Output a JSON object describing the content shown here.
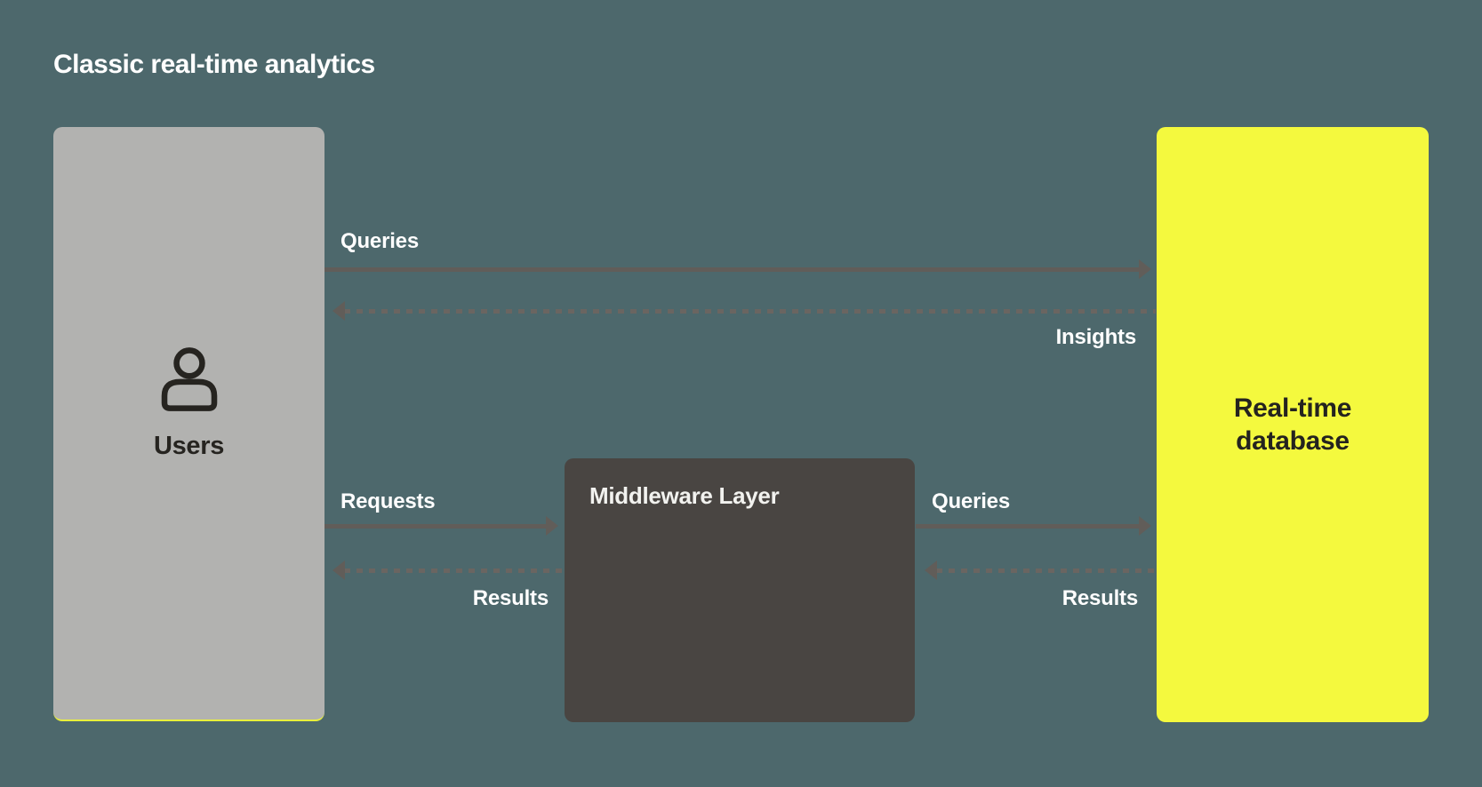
{
  "title": "Classic real-time analytics",
  "nodes": {
    "users": {
      "label": "Users",
      "icon": "user-icon"
    },
    "middleware": {
      "label": "Middleware Layer"
    },
    "database": {
      "label": "Real-time database"
    }
  },
  "edges": {
    "users_to_db": {
      "label": "Queries",
      "style": "solid",
      "direction": "right"
    },
    "db_to_users": {
      "label": "Insights",
      "style": "dashed",
      "direction": "left"
    },
    "users_to_middleware": {
      "label": "Requests",
      "style": "solid",
      "direction": "right"
    },
    "middleware_to_users": {
      "label": "Results",
      "style": "dashed",
      "direction": "left"
    },
    "middleware_to_db": {
      "label": "Queries",
      "style": "solid",
      "direction": "right"
    },
    "db_to_middleware": {
      "label": "Results",
      "style": "dashed",
      "direction": "left"
    }
  },
  "colors": {
    "background": "#4d686c",
    "users_box": "#b2b2b0",
    "users_box_bottom_edge": "#e9ef3c",
    "middleware_box": "#494542",
    "database_box": "#f4f93e",
    "arrow_solid": "#615d59",
    "arrow_dashed": "#6a6561",
    "label_text": "#ffffff",
    "dark_text": "#262420"
  }
}
